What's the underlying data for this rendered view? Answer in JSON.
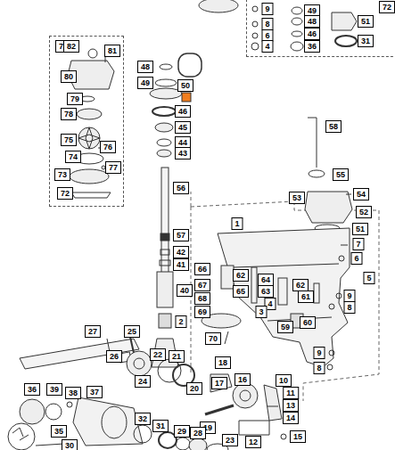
{
  "diagram": {
    "nodes": [
      {
        "text": [
          "71"
        ]
      },
      {
        "text": [
          "72"
        ]
      }
    ],
    "labels": [
      "9",
      "8",
      "6",
      "4",
      "49",
      "48",
      "46",
      "36",
      "51",
      "31",
      "82",
      "81",
      "80",
      "79",
      "78",
      "75",
      "76",
      "74",
      "77",
      "73",
      "72",
      "48",
      "49",
      "50",
      "46",
      "45",
      "44",
      "43",
      "56",
      "57",
      "42",
      "41",
      "40",
      "2",
      "22",
      "58",
      "55",
      "53",
      "54",
      "52",
      "51",
      "1",
      "7",
      "6",
      "5",
      "66",
      "62",
      "64",
      "62",
      "67",
      "65",
      "63",
      "9",
      "61",
      "68",
      "4",
      "8",
      "3",
      "69",
      "60",
      "59",
      "70",
      "9",
      "8",
      "27",
      "25",
      "26",
      "24",
      "21",
      "20",
      "18",
      "17",
      "16",
      "11",
      "10",
      "13",
      "19",
      "14",
      "12",
      "15",
      "36",
      "39",
      "38",
      "37",
      "35",
      "32",
      "31",
      "29",
      "28",
      "23",
      "30"
    ]
  }
}
